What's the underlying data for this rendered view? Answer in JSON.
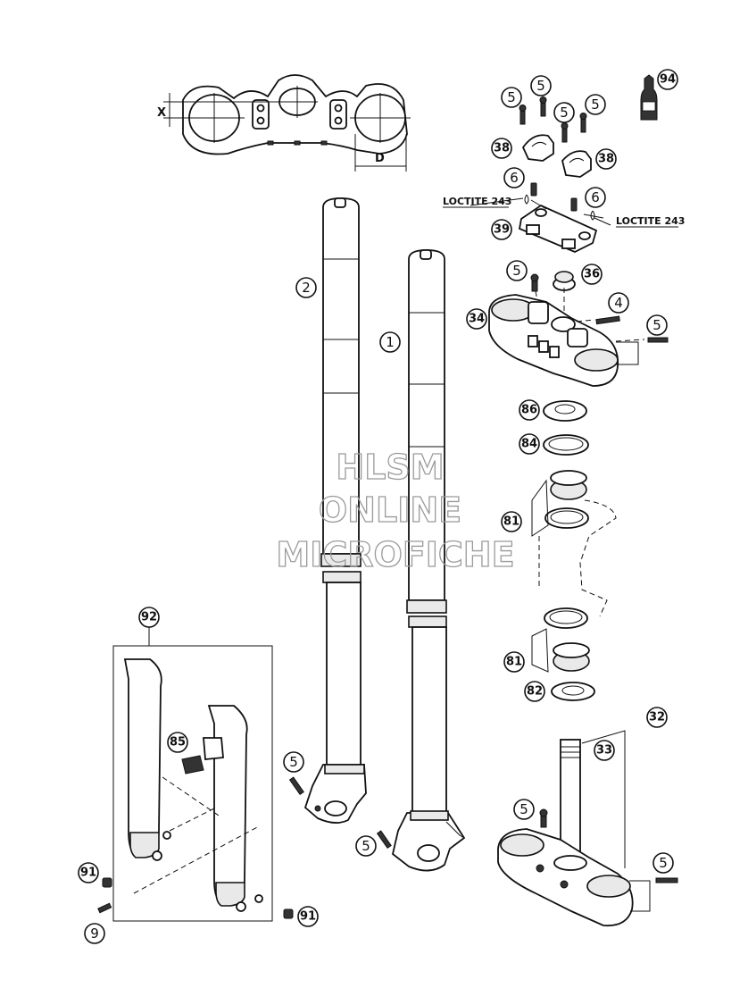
{
  "watermark": {
    "line1": "HLSM",
    "line2": "ONLINE",
    "line3": "MICROFICHE"
  },
  "dimensions": {
    "x_label": "X",
    "d_label": "D"
  },
  "annotations": {
    "loctite_left": "LOCTITE 243",
    "loctite_right": "LOCTITE 243"
  },
  "callouts": {
    "c1": "1",
    "c2": "2",
    "c4": "4",
    "c6a": "6",
    "c6b": "6",
    "c9": "9",
    "c5a": "5",
    "c5b": "5",
    "c5c": "5",
    "c5d": "5",
    "c5e": "5",
    "c5f": "5",
    "c5g": "5",
    "c5h": "5",
    "c5i": "5",
    "c5j": "5",
    "c32": "32",
    "c33": "33",
    "c34": "34",
    "c36": "36",
    "c38a": "38",
    "c38b": "38",
    "c39": "39",
    "c81a": "81",
    "c81b": "81",
    "c82": "82",
    "c84": "84",
    "c85": "85",
    "c86": "86",
    "c91a": "91",
    "c91b": "91",
    "c92": "92",
    "c94": "94"
  }
}
